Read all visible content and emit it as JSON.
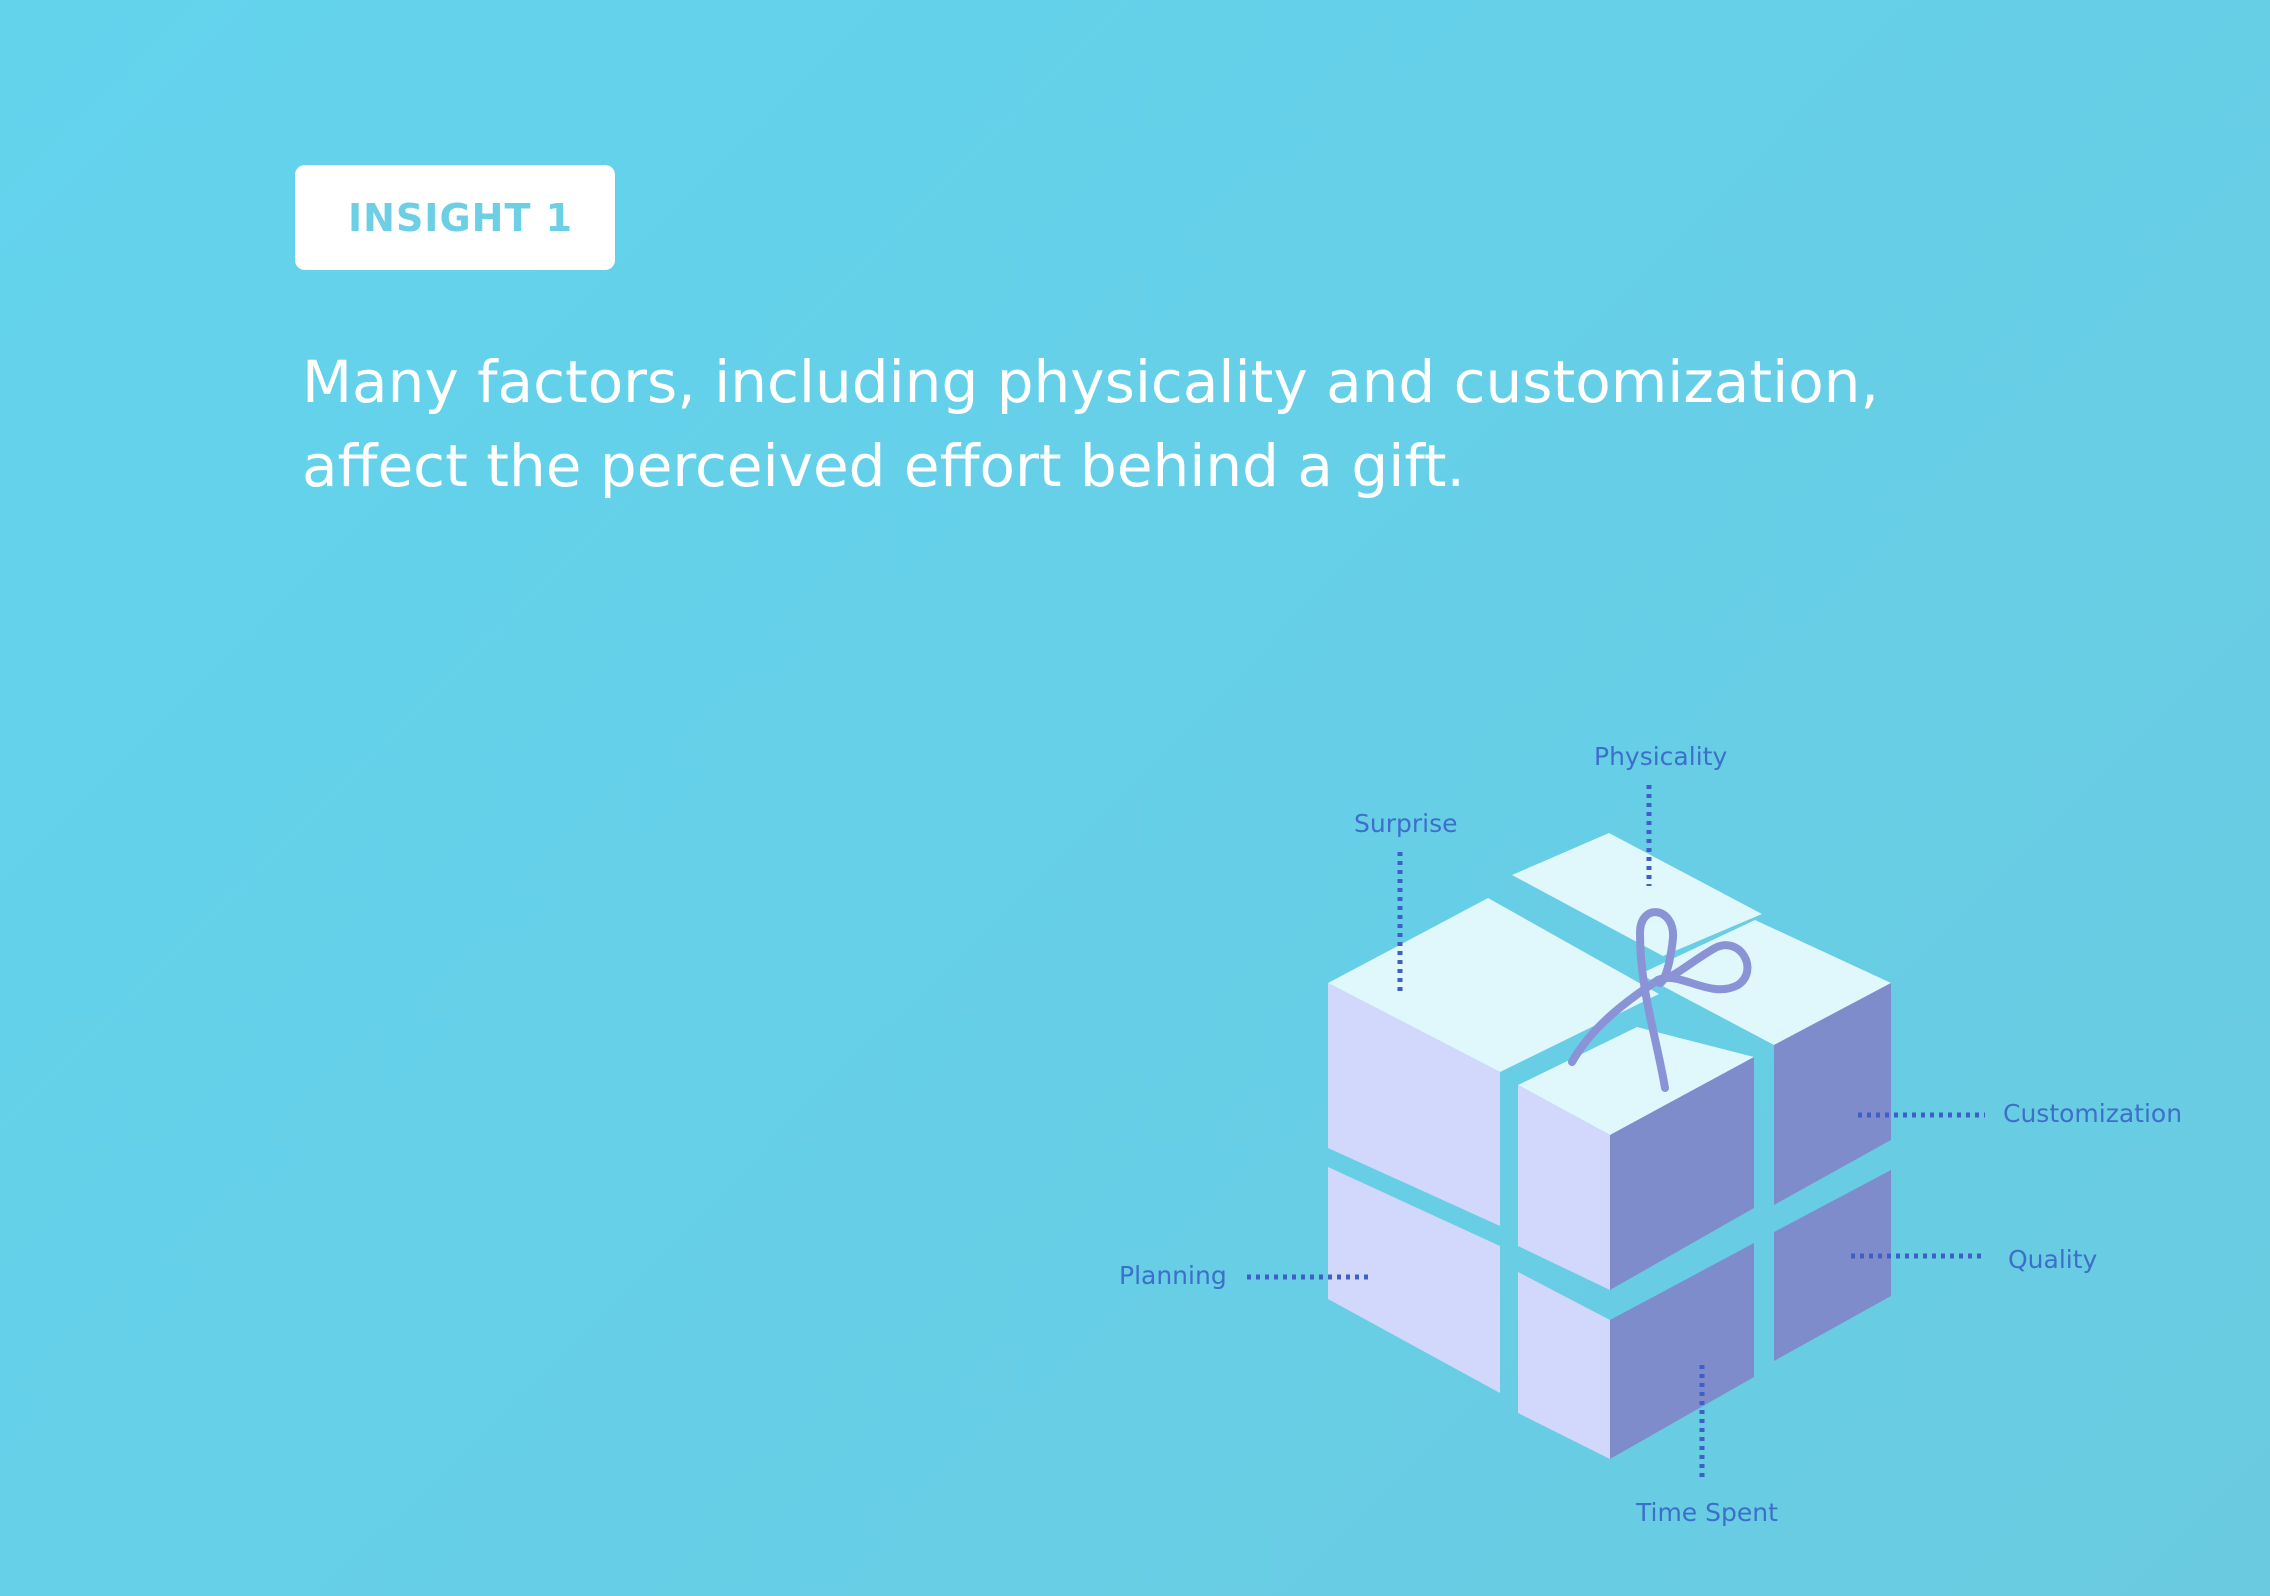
{
  "badge": {
    "label": "INSIGHT 1"
  },
  "headline": {
    "line1": "Many factors, including physicality and customization,",
    "line2": "affect the perceived effort behind a gift."
  },
  "factors": {
    "physicality": "Physicality",
    "surprise": "Surprise",
    "customization": "Customization",
    "quality": "Quality",
    "planning": "Planning",
    "time_spent": "Time Spent"
  },
  "colors": {
    "background": "#63d3ec",
    "box_top": "#e0f7fb",
    "box_left": "#d2d8fb",
    "box_right": "#7f8ccb",
    "ribbon": "#8a93d6",
    "label_text": "#3c6fc9",
    "badge_text": "#6ccfe4"
  }
}
